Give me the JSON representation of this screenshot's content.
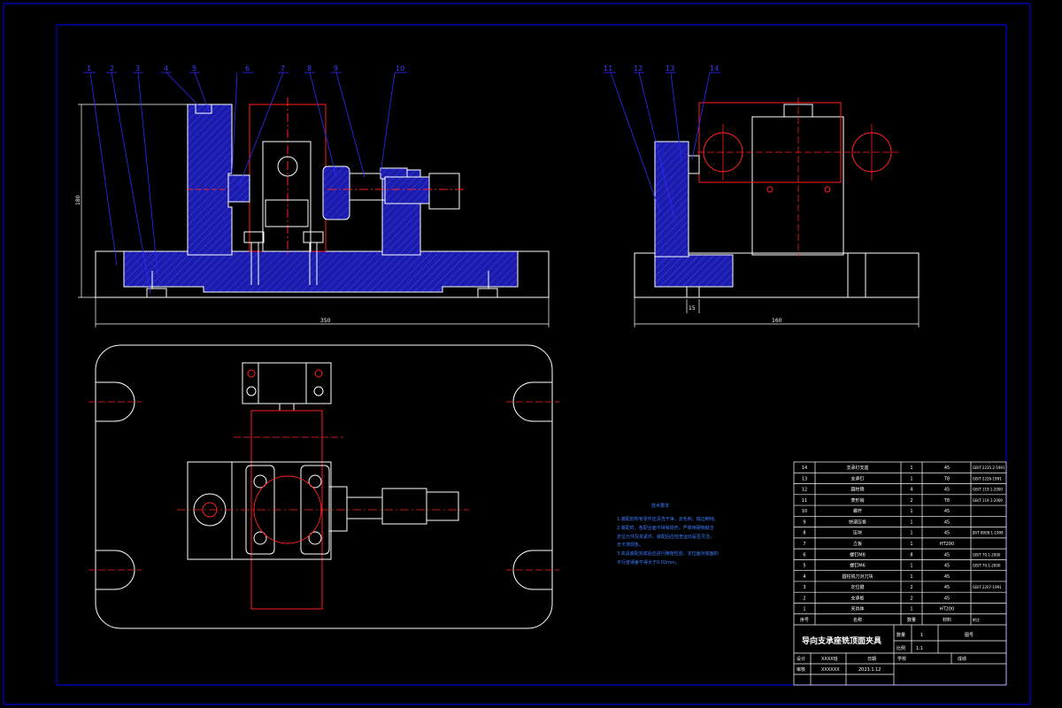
{
  "title": "导向支承座铣顶面夹具",
  "balloons": [
    "1",
    "2",
    "3",
    "4",
    "5",
    "6",
    "7",
    "8",
    "9",
    "10",
    "11",
    "12",
    "13",
    "14"
  ],
  "dimensions": {
    "front_length": "350",
    "front_height": "180",
    "side_length": "160",
    "side_small": "15"
  },
  "tech_notes": {
    "heading": "技术要求",
    "lines": [
      "1.装配前所有零件应清洗干净，去毛刺、锐边倒钝。",
      "2.装配时，各配合面不得有损伤，严禁用硬物敲击",
      "定位元件及夹紧件。装配后应检查运动是否灵活，",
      "无卡滞现象。",
      "3.夹具装配完成后应进行精度检验，定位面对底面的",
      "平行度误差不得大于0.02mm。"
    ]
  },
  "bom": {
    "rows": [
      {
        "no": "14",
        "name": "支承钉支座",
        "qty": "1",
        "mat": "45",
        "note": "GB/T 2235.2-1991"
      },
      {
        "no": "13",
        "name": "支承钉",
        "qty": "1",
        "mat": "T8",
        "note": "GB/T 2226-1991"
      },
      {
        "no": "12",
        "name": "圆柱销",
        "qty": "4",
        "mat": "45",
        "note": "GB/T 119.1-2000"
      },
      {
        "no": "11",
        "name": "菱形销",
        "qty": "2",
        "mat": "T8",
        "note": "GB/T 119.1-2000"
      },
      {
        "no": "10",
        "name": "螺杆",
        "qty": "1",
        "mat": "45",
        "note": ""
      },
      {
        "no": "9",
        "name": "快速压板",
        "qty": "1",
        "mat": "45",
        "note": ""
      },
      {
        "no": "8",
        "name": "压块",
        "qty": "1",
        "mat": "45",
        "note": "JB/T 8009.1-1999"
      },
      {
        "no": "7",
        "name": "立板",
        "qty": "1",
        "mat": "HT200",
        "note": ""
      },
      {
        "no": "6",
        "name": "螺钉M8",
        "qty": "8",
        "mat": "45",
        "note": "GB/T 70.1-2000"
      },
      {
        "no": "5",
        "name": "螺钉M6",
        "qty": "1",
        "mat": "45",
        "note": "GB/T 70.1-2000"
      },
      {
        "no": "4",
        "name": "圆柱铣刀对刀块",
        "qty": "1",
        "mat": "45",
        "note": ""
      },
      {
        "no": "3",
        "name": "定位键",
        "qty": "2",
        "mat": "45",
        "note": "GB/T 2207-1991"
      },
      {
        "no": "2",
        "name": "支承板",
        "qty": "2",
        "mat": "45",
        "note": ""
      },
      {
        "no": "1",
        "name": "夹具体",
        "qty": "1",
        "mat": "HT200",
        "note": ""
      }
    ],
    "header": {
      "no": "序号",
      "name": "名称",
      "qty": "数量",
      "mat": "材料",
      "note": "附注"
    }
  },
  "title_block": {
    "qty_label": "数量",
    "qty_value": "1",
    "scale_label": "比例",
    "scale_value": "1:1",
    "drawing_no_label": "图号",
    "designer_label": "设计",
    "designer_value": "XXXX班",
    "date_label": "日期",
    "check_label": "审核",
    "check_value": "XXXXXX",
    "check_date": "2023.1.12",
    "school_label": "学校",
    "mark_label": "成绩"
  },
  "colors": {
    "background": "#000000",
    "frame": "#0000ff",
    "part": "#ffffff",
    "centerline": "#ff2020",
    "hatch": "#2f2fd0",
    "leader": "#2b2bff",
    "notes": "#3d7dff"
  }
}
